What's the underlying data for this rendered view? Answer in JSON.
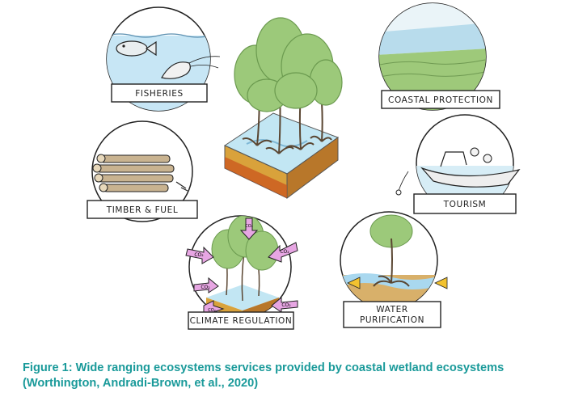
{
  "labels": {
    "fisheries": "FISHERIES",
    "coastal_protection": "COASTAL PROTECTION",
    "timber_fuel": "TIMBER & FUEL",
    "tourism": "TOURISM",
    "climate_regulation": "CLIMATE REGULATION",
    "water_purification_line1": "WATER",
    "water_purification_line2": "PURIFICATION"
  },
  "co2_arrows": [
    "CO₂",
    "CO₂",
    "CO₂",
    "CO₂",
    "CO₂",
    "CO₂"
  ],
  "caption": {
    "line1": "Figure 1: Wide ranging ecosystems services provided by coastal wetland ecosystems",
    "line2": "(Worthington, Andradi-Brown, et al., 2020)"
  },
  "colors": {
    "caption": "#1a9a9a",
    "canopy": "#9cc97a",
    "water": "#a9d8ef",
    "arrow": "#e7a6e3"
  }
}
